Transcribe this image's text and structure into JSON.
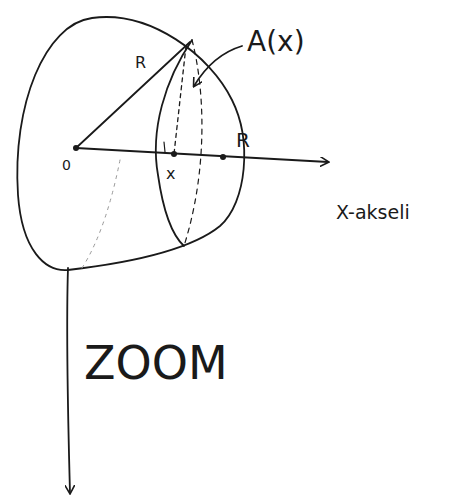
{
  "diagram": {
    "labels": [
      "A(x)",
      "R",
      "0",
      "x",
      "R",
      "X-akseli",
      "ZOOM"
    ]
  }
}
